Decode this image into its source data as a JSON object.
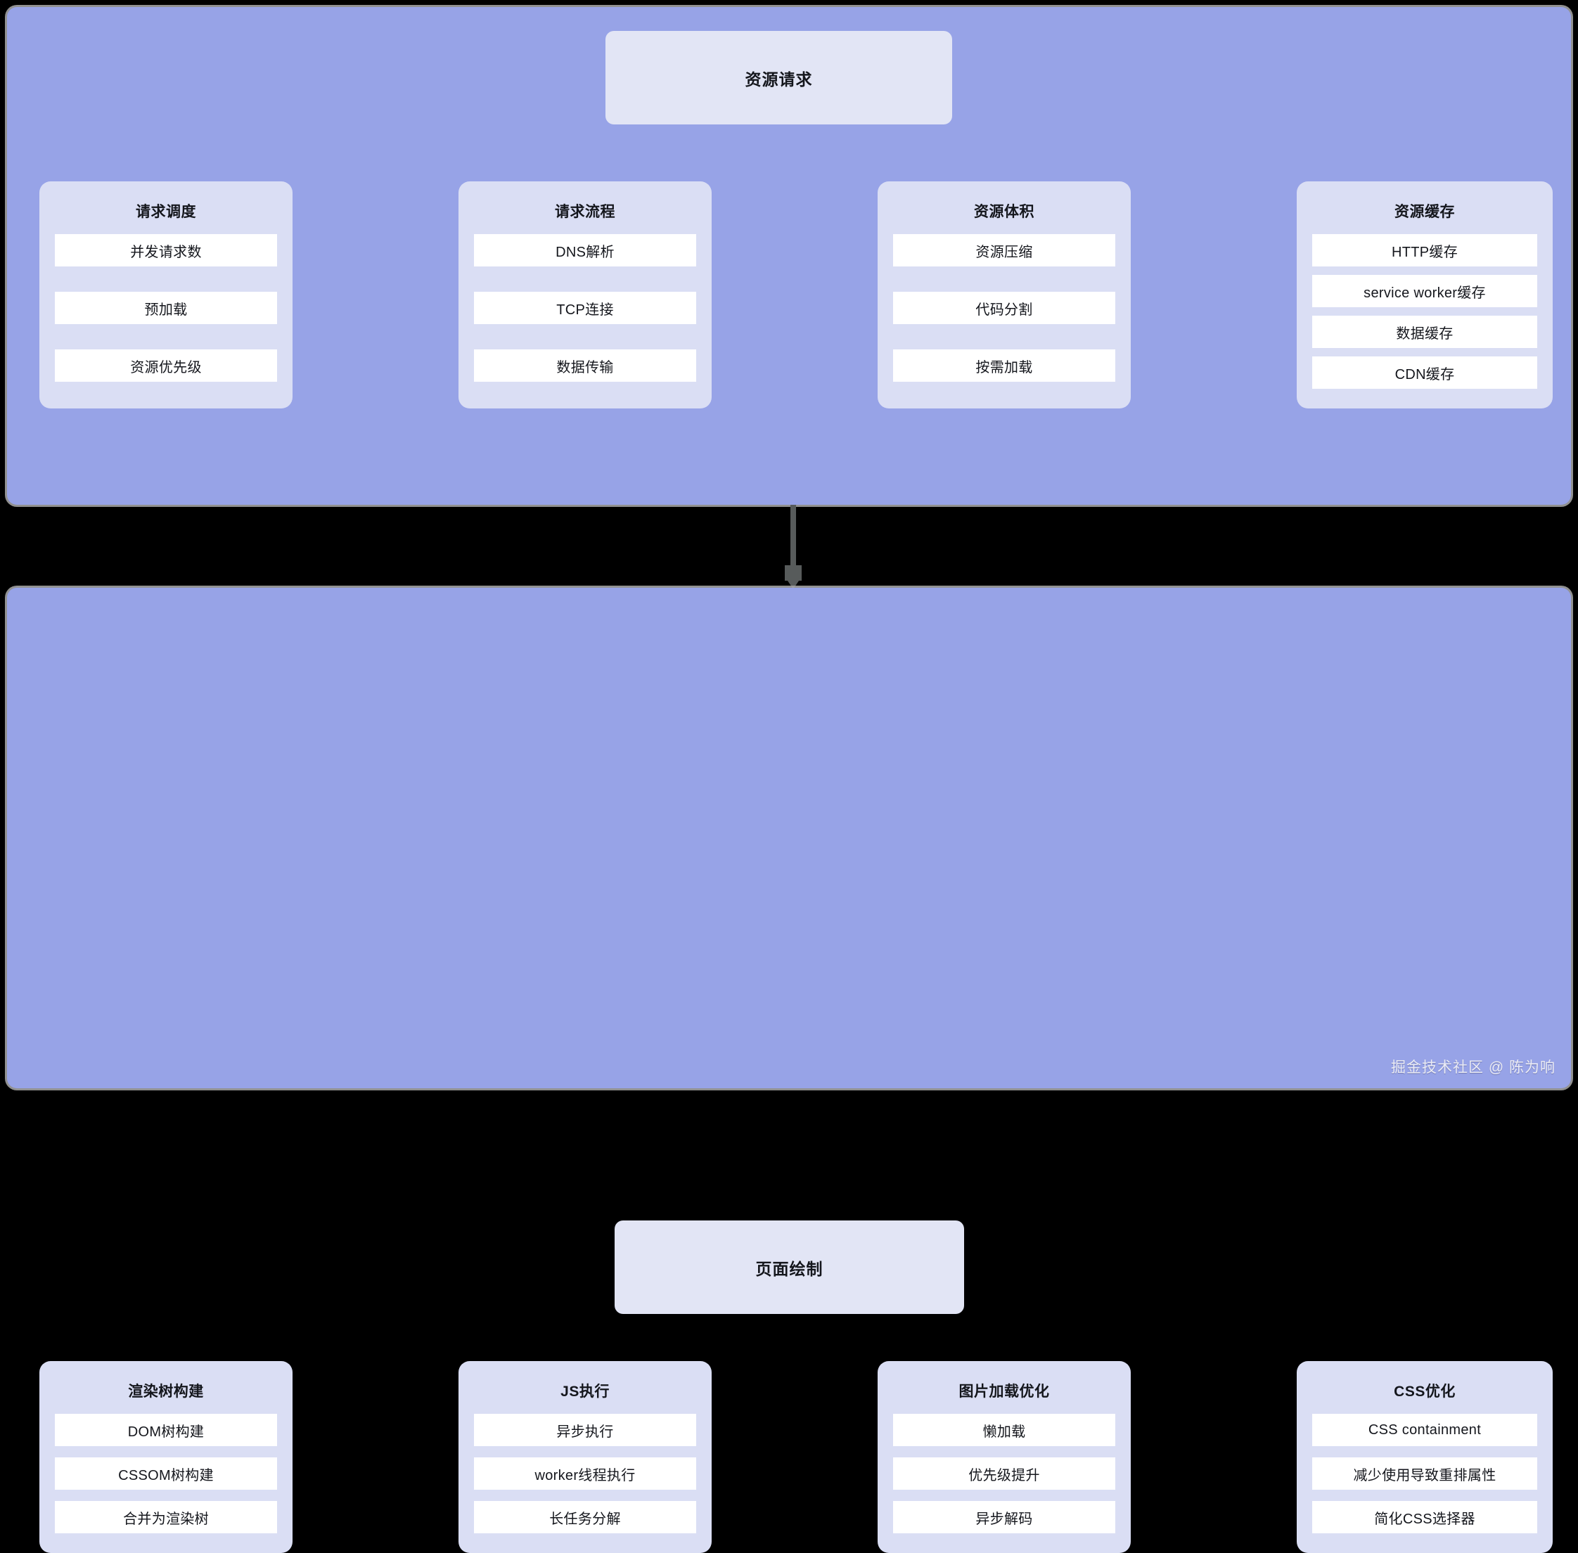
{
  "colors": {
    "page_background": "#000000",
    "panel": "#97A3E7",
    "card": "#DADEF4",
    "section_title_pill": "#E2E5F5",
    "item": "#FFFFFF",
    "text": "#14161C",
    "connector": "#575B5B",
    "panel_border": "#AAAAAA"
  },
  "sections": [
    {
      "id": "resource-request",
      "title": "资源请求",
      "cards": [
        {
          "title": "请求调度",
          "items": [
            "并发请求数",
            "预加载",
            "资源优先级"
          ]
        },
        {
          "title": "请求流程",
          "items": [
            "DNS解析",
            "TCP连接",
            "数据传输"
          ]
        },
        {
          "title": "资源体积",
          "items": [
            "资源压缩",
            "代码分割",
            "按需加载"
          ]
        },
        {
          "title": "资源缓存",
          "items": [
            "HTTP缓存",
            "service worker缓存",
            "数据缓存",
            "CDN缓存"
          ]
        }
      ]
    },
    {
      "id": "page-paint",
      "title": "页面绘制",
      "cards": [
        {
          "title": "渲染树构建",
          "items": [
            "DOM树构建",
            "CSSOM树构建",
            "合并为渲染树"
          ]
        },
        {
          "title": "JS执行",
          "items": [
            "异步执行",
            "worker线程执行",
            "长任务分解"
          ]
        },
        {
          "title": "图片加载优化",
          "items": [
            "懒加载",
            "优先级提升",
            "异步解码"
          ]
        },
        {
          "title": "CSS优化",
          "items": [
            "CSS containment",
            "减少使用导致重排属性",
            "简化CSS选择器"
          ]
        }
      ]
    }
  ],
  "connector": {
    "name": "down-arrow-icon",
    "from": "资源请求",
    "to": "页面绘制"
  },
  "watermark": "掘金技术社区 @ 陈为响"
}
